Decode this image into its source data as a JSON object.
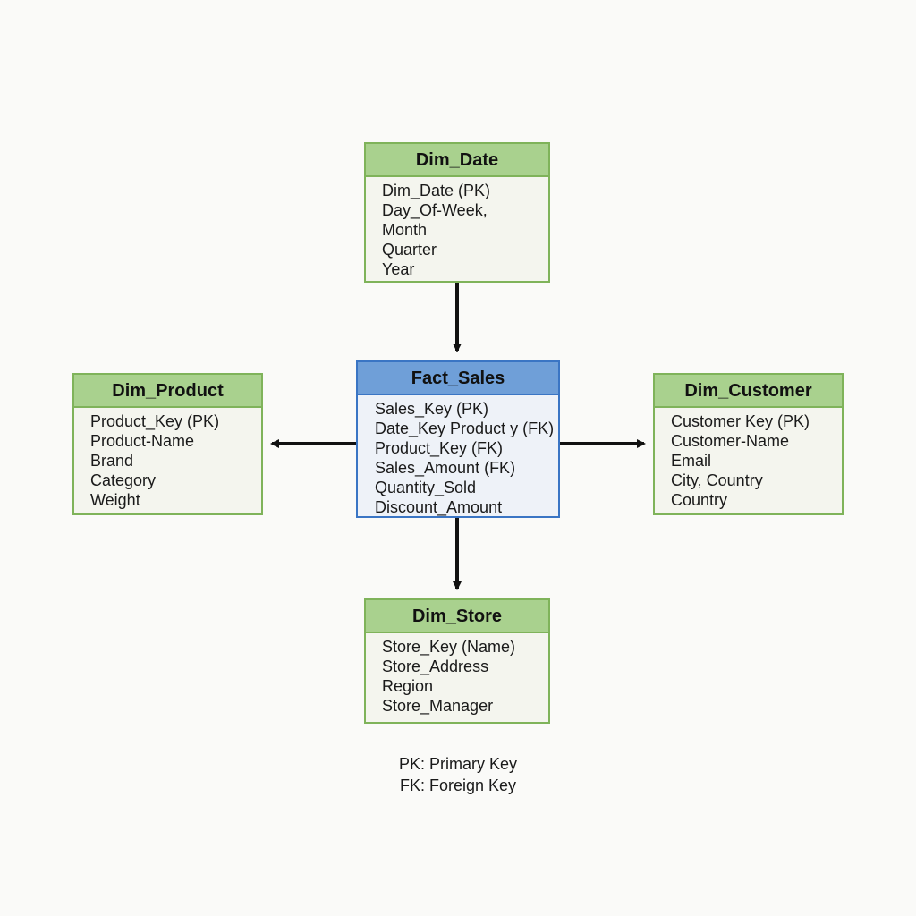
{
  "colors": {
    "dimension_header": "#a9d18e",
    "dimension_border": "#7fb35a",
    "fact_header": "#6f9fd8",
    "fact_border": "#3a75c4",
    "arrow": "#111111"
  },
  "tables": {
    "dim_date": {
      "title": "Dim_Date",
      "fields": [
        "Dim_Date (PK)",
        "Day_Of-Week,",
        "Month",
        "Quarter",
        "Year"
      ]
    },
    "dim_product": {
      "title": "Dim_Product",
      "fields": [
        "Product_Key (PK)",
        "Product-Name",
        "Brand",
        "Category",
        "Weight"
      ]
    },
    "fact_sales": {
      "title": "Fact_Sales",
      "fields": [
        "Sales_Key (PK)",
        "Date_Key Product y (FK)",
        "Product_Key (FK)",
        "Sales_Amount (FK)",
        "Quantity_Sold",
        "Discount_Amount"
      ]
    },
    "dim_customer": {
      "title": "Dim_Customer",
      "fields": [
        "Customer Key (PK)",
        "Customer-Name",
        "Email",
        "City, Country",
        "Country"
      ]
    },
    "dim_store": {
      "title": "Dim_Store",
      "fields": [
        "Store_Key (Name)",
        "Store_Address",
        "Region",
        "Store_Manager"
      ]
    }
  },
  "legend": {
    "pk": "PK: Primary Key",
    "fk": "FK: Foreign Key"
  }
}
